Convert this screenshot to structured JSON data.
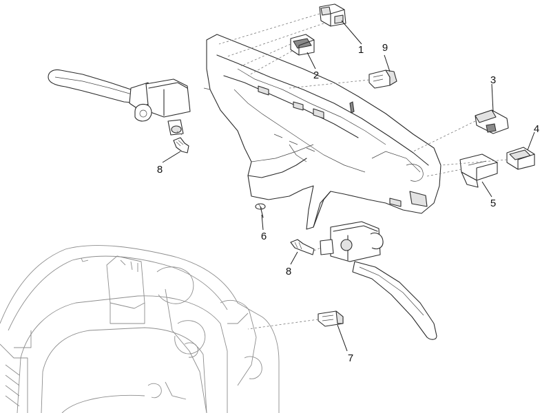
{
  "callouts": [
    {
      "id": "c1",
      "label": "1"
    },
    {
      "id": "c2",
      "label": "2"
    },
    {
      "id": "c3",
      "label": "3"
    },
    {
      "id": "c4",
      "label": "4"
    },
    {
      "id": "c5",
      "label": "5"
    },
    {
      "id": "c6",
      "label": "6"
    },
    {
      "id": "c7",
      "label": "7"
    },
    {
      "id": "c8a",
      "label": "8"
    },
    {
      "id": "c8b",
      "label": "8"
    },
    {
      "id": "c9",
      "label": "9"
    }
  ]
}
